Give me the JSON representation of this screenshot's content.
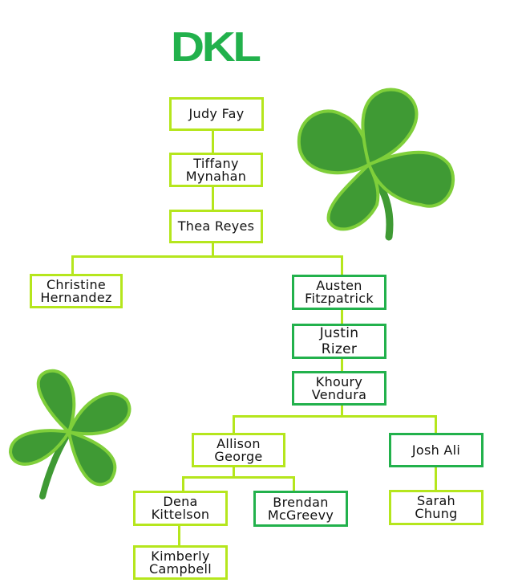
{
  "logo_text": "DKL",
  "colors": {
    "accent_light": "#b5e61d",
    "accent_dark": "#22b14c",
    "clover": "#3f9a34"
  },
  "people": {
    "judy": "Judy Fay",
    "tiffany": "Tiffany\nMynahan",
    "thea": "Thea Reyes",
    "christine": "Christine\nHernandez",
    "austen": "Austen\nFitzpatrick",
    "justin": "Justin\nRizer",
    "khoury": "Khoury\nVendura",
    "allison": "Allison\nGeorge",
    "josh": "Josh Ali",
    "dena": "Dena\nKittelson",
    "brendan": "Brendan\nMcGreevy",
    "sarah": "Sarah\nChung",
    "kimberly": "Kimberly\nCampbell"
  }
}
